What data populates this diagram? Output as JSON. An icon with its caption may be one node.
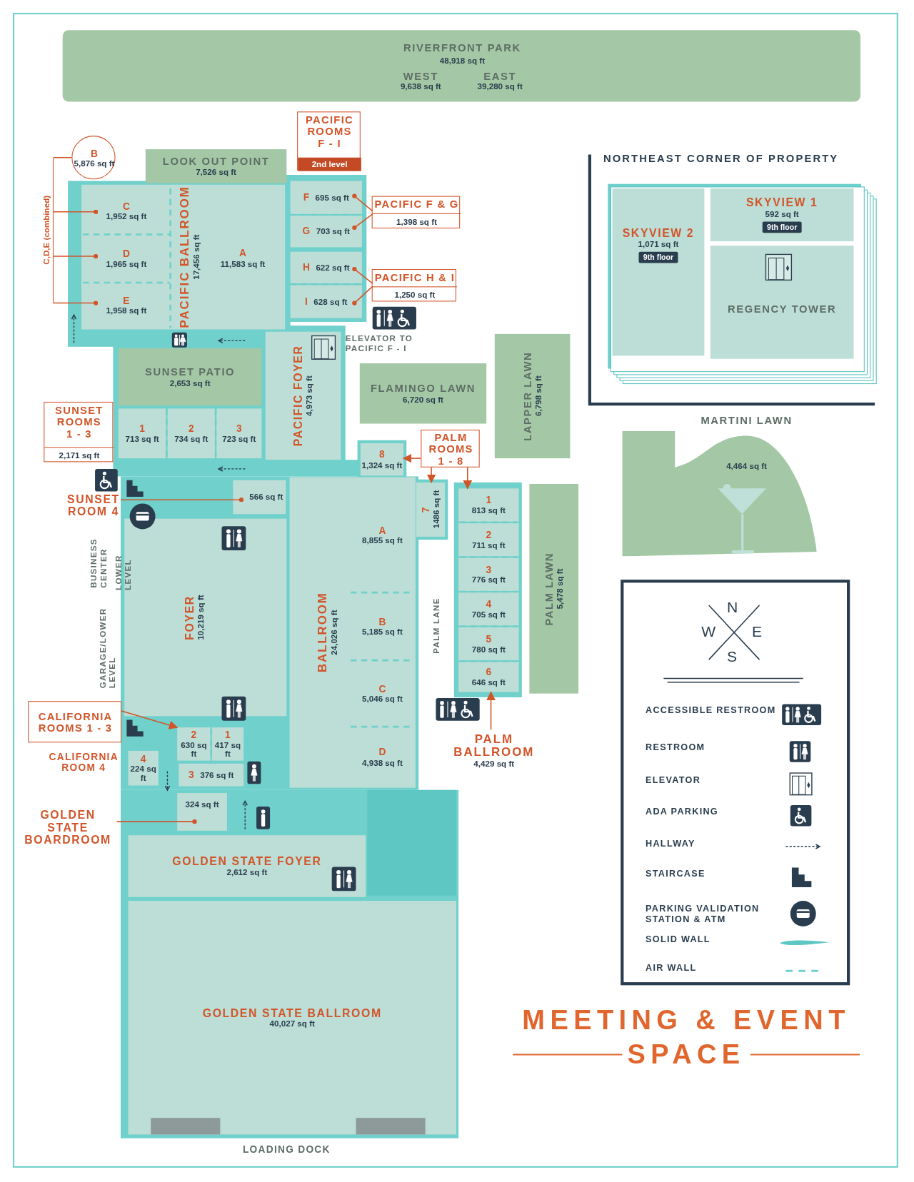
{
  "diagram": {
    "title": "MEETING & EVENT SPACE",
    "nodes": [
      {
        "text": [
          "RIVERFRONT PARK",
          "48,918 sq ft",
          "WEST",
          "9,638 sq ft",
          "EAST",
          "39,280 sq ft"
        ]
      },
      {
        "text": [
          "LOOK OUT POINT",
          "7,526 sq ft"
        ]
      },
      {
        "text": [
          "PACIFIC ROOMS F - I",
          "2nd level"
        ]
      },
      {
        "text": [
          "B",
          "5,876 sq ft"
        ]
      },
      {
        "text": [
          "PACIFIC BALLROOM",
          "17,456 sq ft"
        ]
      },
      {
        "text": [
          "C",
          "1,952 sq ft"
        ],
        "in": 4
      },
      {
        "text": [
          "D",
          "1,965 sq ft"
        ],
        "in": 4
      },
      {
        "text": [
          "E",
          "1,958 sq ft"
        ],
        "in": 4
      },
      {
        "text": [
          "A",
          "11,583 sq ft"
        ],
        "in": 4
      },
      {
        "text": [
          "F",
          "695 sq ft"
        ]
      },
      {
        "text": [
          "G",
          "703 sq ft"
        ]
      },
      {
        "text": [
          "H",
          "622 sq ft"
        ]
      },
      {
        "text": [
          "I",
          "628 sq ft"
        ]
      },
      {
        "text": [
          "PACIFIC F & G",
          "1,398 sq ft"
        ]
      },
      {
        "text": [
          "PACIFIC H & I",
          "1,250 sq ft"
        ]
      },
      {
        "text": [
          "C,D,E (combined)"
        ]
      },
      {
        "text": [
          "SUNSET PATIO",
          "2,653 sq ft"
        ]
      },
      {
        "text": [
          "1",
          "713 sq ft"
        ]
      },
      {
        "text": [
          "2",
          "734 sq ft"
        ]
      },
      {
        "text": [
          "3",
          "723 sq ft"
        ]
      },
      {
        "text": [
          "SUNSET ROOMS 1 - 3",
          "2,171 sq ft"
        ]
      },
      {
        "text": [
          "PACIFIC FOYER",
          "4,973 sq ft"
        ]
      },
      {
        "text": [
          "FLAMINGO LAWN",
          "6,720 sq ft"
        ]
      },
      {
        "text": [
          "LAPPER LAWN",
          "6,798 sq ft"
        ]
      },
      {
        "text": [
          "SKYVIEW 2",
          "1,071 sq ft",
          "9th floor"
        ]
      },
      {
        "text": [
          "SKYVIEW 1",
          "592 sq ft",
          "9th floor"
        ]
      },
      {
        "text": [
          "REGENCY TOWER"
        ]
      },
      {
        "text": [
          "MARTINI LAWN",
          "4,464 sq ft"
        ]
      },
      {
        "text": [
          "8",
          "1,324 sq ft"
        ]
      },
      {
        "text": [
          "PALM ROOMS 1 - 8"
        ]
      },
      {
        "text": [
          "7",
          "1486 sq ft"
        ]
      },
      {
        "text": [
          "1",
          "813 sq ft"
        ]
      },
      {
        "text": [
          "2",
          "711 sq ft"
        ]
      },
      {
        "text": [
          "3",
          "776 sq ft"
        ]
      },
      {
        "text": [
          "4",
          "705 sq ft"
        ]
      },
      {
        "text": [
          "5",
          "780 sq ft"
        ]
      },
      {
        "text": [
          "6",
          "646 sq ft"
        ]
      },
      {
        "text": [
          "PALM LAWN",
          "5,478 sq ft"
        ]
      },
      {
        "text": [
          "566 sq ft"
        ]
      },
      {
        "text": [
          "SUNSET ROOM 4"
        ]
      },
      {
        "text": [
          "FOYER",
          "10,219 sq ft"
        ]
      },
      {
        "text": [
          "BALLROOM",
          "24,026 sq ft"
        ]
      },
      {
        "text": [
          "A",
          "8,855 sq ft"
        ],
        "in": 41
      },
      {
        "text": [
          "B",
          "5,185 sq ft"
        ],
        "in": 41
      },
      {
        "text": [
          "C",
          "5,046 sq ft"
        ],
        "in": 41
      },
      {
        "text": [
          "D",
          "4,938 sq ft"
        ],
        "in": 41
      },
      {
        "text": [
          "CALIFORNIA ROOMS 1 - 3"
        ]
      },
      {
        "text": [
          "2",
          "630 sq ft"
        ]
      },
      {
        "text": [
          "1",
          "417 sq ft"
        ]
      },
      {
        "text": [
          "3",
          "376 sq ft"
        ]
      },
      {
        "text": [
          "4",
          "224 sq ft"
        ]
      },
      {
        "text": [
          "324 sq ft"
        ]
      },
      {
        "text": [
          "GOLDEN STATE BOARDROOM"
        ]
      },
      {
        "text": [
          "GOLDEN STATE FOYER",
          "2,612 sq ft"
        ]
      },
      {
        "text": [
          "GOLDEN STATE BALLROOM",
          "40,027 sq ft"
        ]
      },
      {
        "text": [
          "PALM BALLROOM",
          "4,429 sq ft"
        ]
      },
      {
        "text": [],
        "shape": "box"
      },
      {
        "text": [],
        "shape": "bar",
        "in": 54
      },
      {
        "text": [],
        "shape": "bar",
        "in": 54
      }
    ],
    "edges": [
      {
        "from": 3,
        "to": 15,
        "arrow": "none"
      },
      {
        "from": 15,
        "to": 5,
        "arrow": "other"
      },
      {
        "from": 15,
        "to": 6,
        "arrow": "other"
      },
      {
        "from": 15,
        "to": 7,
        "arrow": "other"
      },
      {
        "from": 13,
        "to": 9,
        "arrow": "other"
      },
      {
        "from": 13,
        "to": 10,
        "arrow": "other"
      },
      {
        "from": 14,
        "to": 11,
        "arrow": "other"
      },
      {
        "from": 14,
        "to": 12,
        "arrow": "other"
      },
      {
        "from": 39,
        "to": 38,
        "arrow": "other"
      },
      {
        "from": 29,
        "to": 28,
        "arrow": "to"
      },
      {
        "from": 29,
        "to": 30,
        "arrow": "to"
      },
      {
        "from": 29,
        "to": 31,
        "arrow": "to"
      },
      {
        "from": 55,
        "to": 36,
        "arrow": "to"
      },
      {
        "from": 46,
        "to": 47,
        "arrow": "to"
      },
      {
        "from": 52,
        "to": 51,
        "arrow": "other"
      }
    ],
    "labels": [
      "NORTHEAST CORNER OF PROPERTY",
      "ELEVATOR TO PACIFIC F - I",
      "BUSINESS CENTER",
      "LOWER LEVEL",
      "GARAGE/LOWER LEVEL",
      "PALM LANE",
      "CALIFORNIA ROOM 4",
      "N",
      "W",
      "E",
      "S",
      "LOADING DOCK"
    ],
    "legend": [
      {
        "text": "ACCESSIBLE RESTROOM"
      },
      {
        "text": "RESTROOM"
      },
      {
        "text": "ELEVATOR"
      },
      {
        "text": "ADA PARKING"
      },
      {
        "text": "HALLWAY"
      },
      {
        "text": "STAIRCASE"
      },
      {
        "text": "PARKING VALIDATION STATION & ATM"
      },
      {
        "text": "SOLID WALL"
      },
      {
        "text": "AIR WALL"
      }
    ]
  }
}
